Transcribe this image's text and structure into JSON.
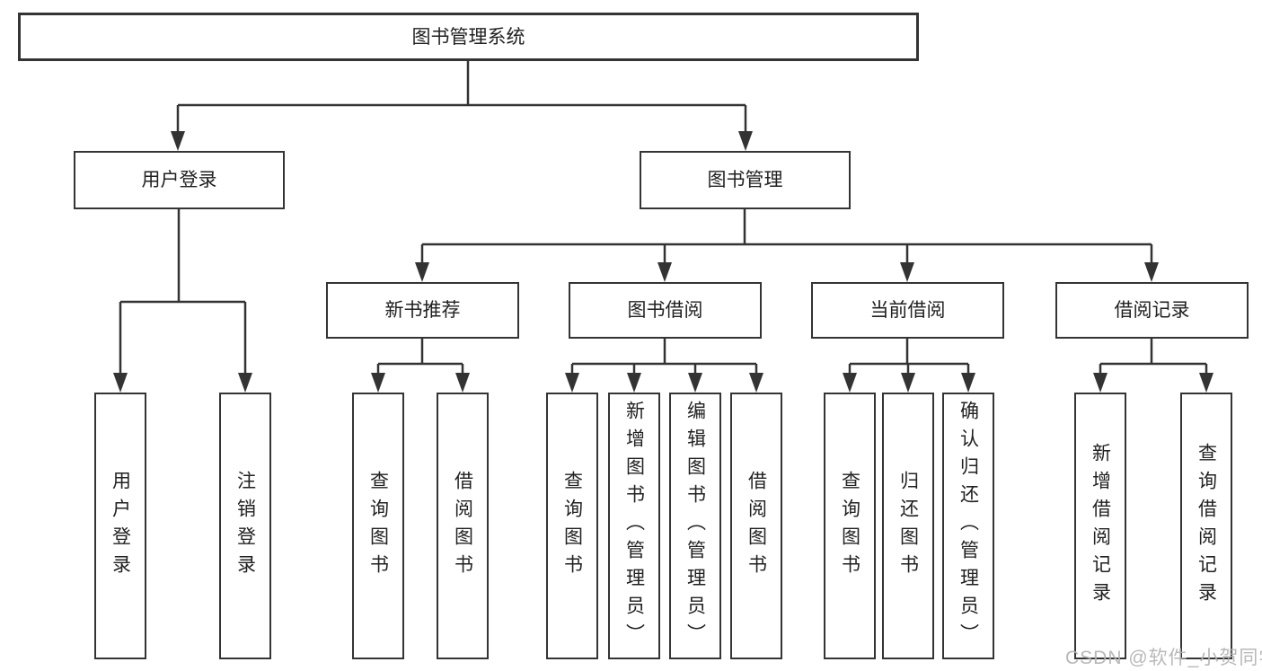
{
  "tree": {
    "root": "图书管理系统",
    "children": [
      {
        "label": "用户登录",
        "children": [
          "用户登录",
          "注销登录"
        ]
      },
      {
        "label": "图书管理",
        "children": [
          {
            "label": "新书推荐",
            "children": [
              "查询图书",
              "借阅图书"
            ]
          },
          {
            "label": "图书借阅",
            "children": [
              "查询图书",
              "新增图书（管理员）",
              "编辑图书（管理员）",
              "借阅图书"
            ]
          },
          {
            "label": "当前借阅",
            "children": [
              "查询图书",
              "归还图书",
              "确认归还（管理员）"
            ]
          },
          {
            "label": "借阅记录",
            "children": [
              "新增借阅记录",
              "查询借阅记录"
            ]
          }
        ]
      }
    ]
  },
  "watermark": {
    "text": "CSDN @软件_小贺同学"
  },
  "colors": {
    "line": "#333333",
    "box_border": "#343434",
    "text": "#212121",
    "watermark": "#b2b2b2",
    "background": "#ffffff"
  }
}
